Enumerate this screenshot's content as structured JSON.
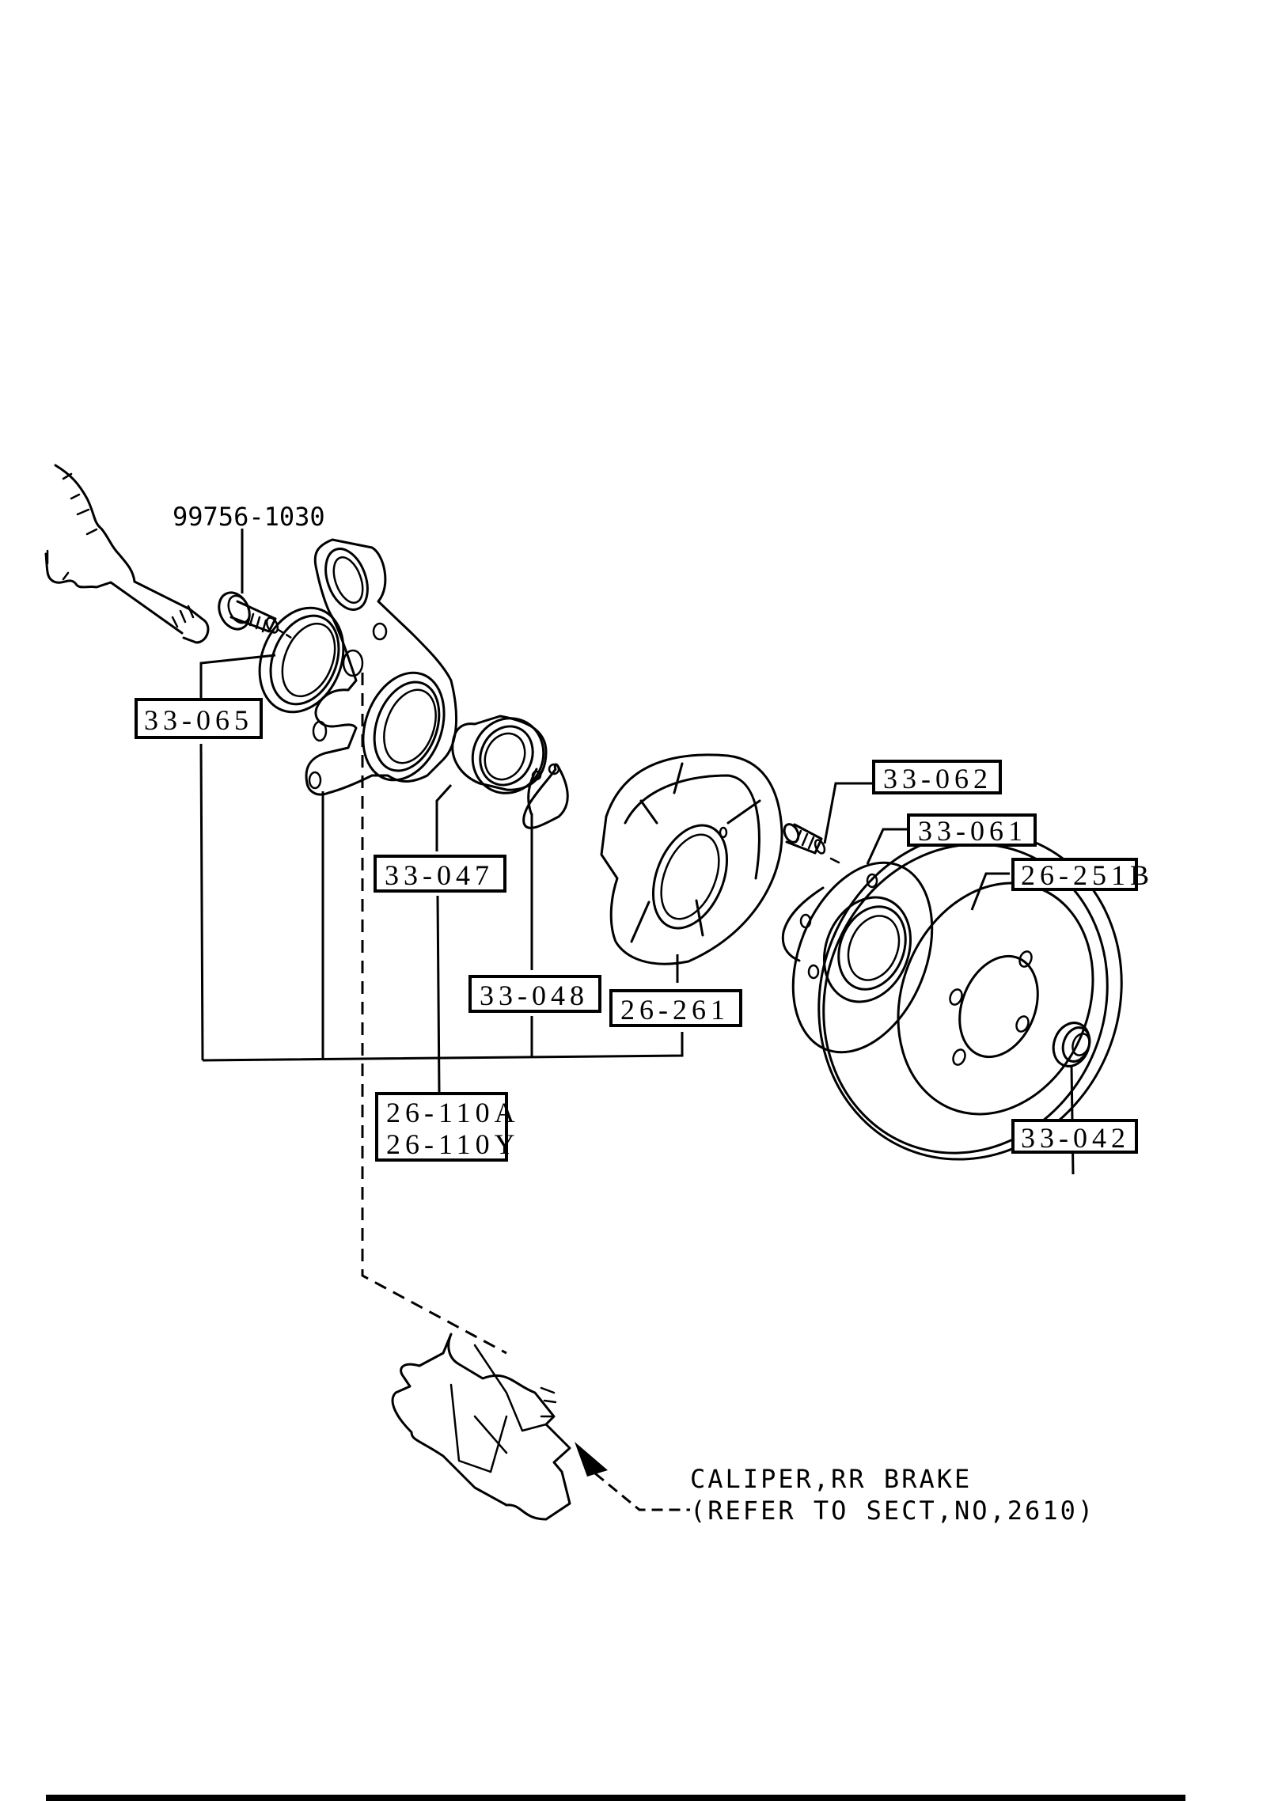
{
  "diagram": {
    "title": "Rear axle / knuckle exploded parts diagram",
    "unboxed_labels": [
      {
        "id": "bolt",
        "text": "99756-1030"
      }
    ],
    "boxed_labels": [
      {
        "id": "oil-seal",
        "text": "33-065"
      },
      {
        "id": "bearing",
        "text": "33-047"
      },
      {
        "id": "snap-ring",
        "text": "33-048"
      },
      {
        "id": "dust-shield",
        "text": "26-261"
      },
      {
        "id": "knuckle-a",
        "text": "26-110A"
      },
      {
        "id": "knuckle-y",
        "text": "26-110Y"
      },
      {
        "id": "hub-bolt",
        "text": "33-062"
      },
      {
        "id": "hub",
        "text": "33-061"
      },
      {
        "id": "disc",
        "text": "26-251B"
      },
      {
        "id": "lock-nut",
        "text": "33-042"
      }
    ],
    "note": {
      "line1": "CALIPER,RR BRAKE",
      "line2": "(REFER TO SECT,NO,2610)"
    },
    "colors": {
      "ink": "#000000",
      "paper": "#ffffff"
    }
  }
}
